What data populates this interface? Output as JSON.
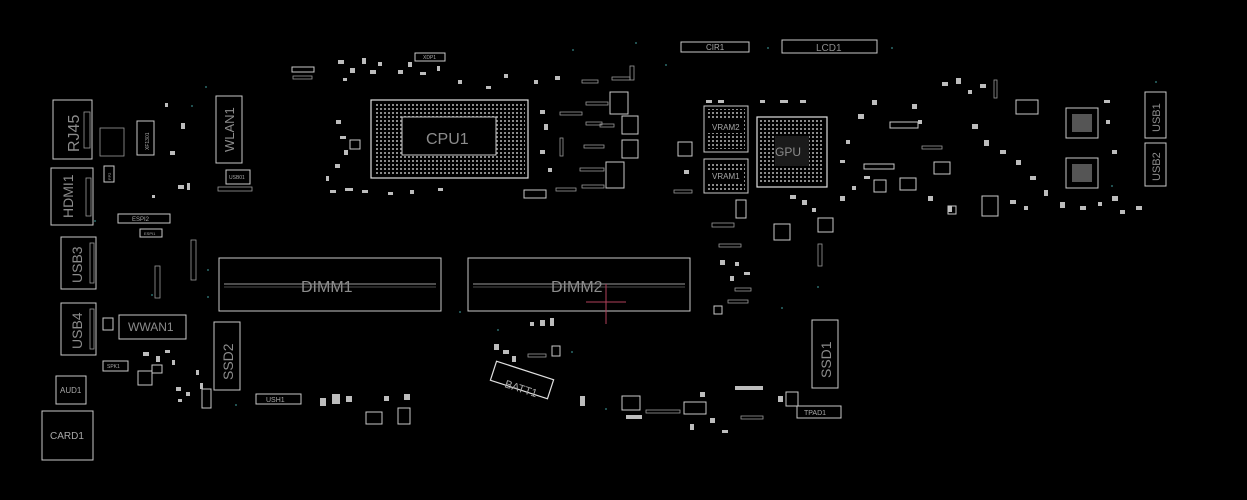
{
  "components": {
    "rj45": "RJ45",
    "hdmi1": "HDMI1",
    "usb3": "USB3",
    "usb4": "USB4",
    "aud1": "AUD1",
    "card1": "CARD1",
    "wlan1": "WLAN1",
    "wwan1": "WWAN1",
    "ssd2": "SSD2",
    "ssd1": "SSD1",
    "cpu1": "CPU1",
    "gpu": "GPU",
    "vram1": "VRAM1",
    "vram2": "VRAM2",
    "dimm1": "DIMM1",
    "dimm2": "DIMM2",
    "batt1": "BATT1",
    "usb1": "USB1",
    "usb2": "USB2",
    "lcd1": "LCD1",
    "cir1": "CIR1",
    "tpad1": "TPAD1",
    "ush1": "USH1",
    "spk1": "SPK1",
    "espi2": "ESPI2",
    "espi1": "ESPI1",
    "usb01": "USB01",
    "xdp1": "XDP1",
    "xfx1": "XF1301",
    "fp": "FP2"
  },
  "colors": {
    "background": "#000000",
    "outline": "#c8c8c8",
    "label": "#9a9a9a",
    "cursor": "#b0405a"
  }
}
